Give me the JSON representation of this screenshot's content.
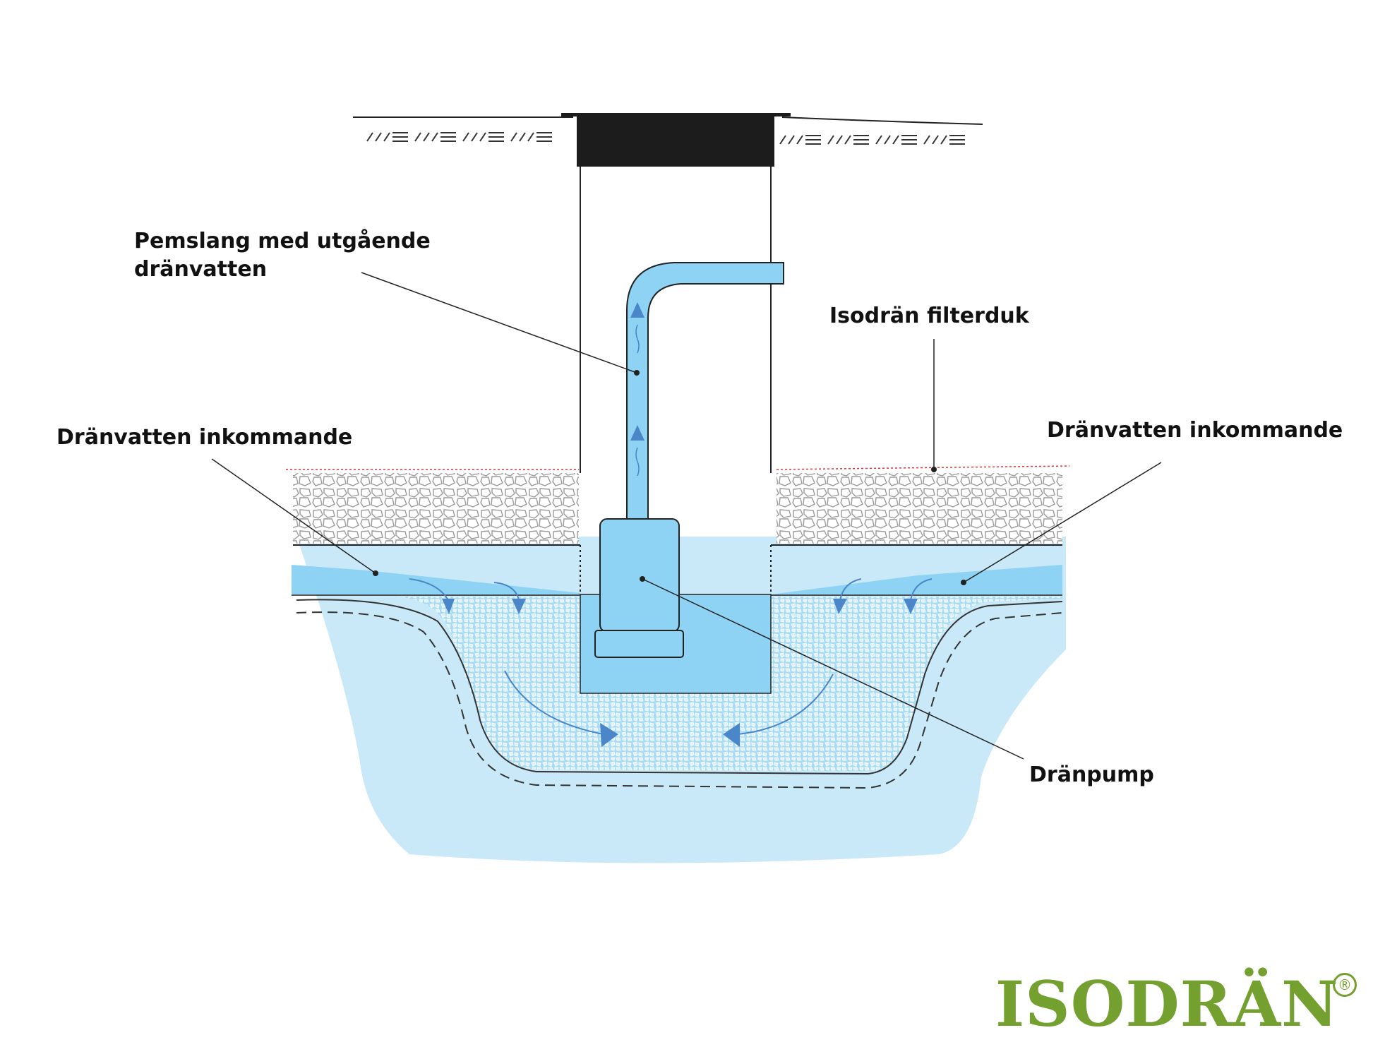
{
  "labels": {
    "hose": "Pemslang med utgående dränvatten",
    "hose_line1": "Pemslang med utgående",
    "hose_line2": "dränvatten",
    "filter": "Isodrän filterduk",
    "incoming_left": "Dränvatten inkommande",
    "incoming_right": "Dränvatten inkommande",
    "pump": "Dränpump"
  },
  "logo": {
    "text": "ISODRÄN",
    "registered": "®",
    "color": "#74a030"
  },
  "colors": {
    "water": "#8fd3f4",
    "water_light": "#c9e8f8",
    "arrow": "#4a86c8",
    "lid": "#1c1c1c",
    "filter_line": "#e0303a",
    "ink": "#222222"
  }
}
